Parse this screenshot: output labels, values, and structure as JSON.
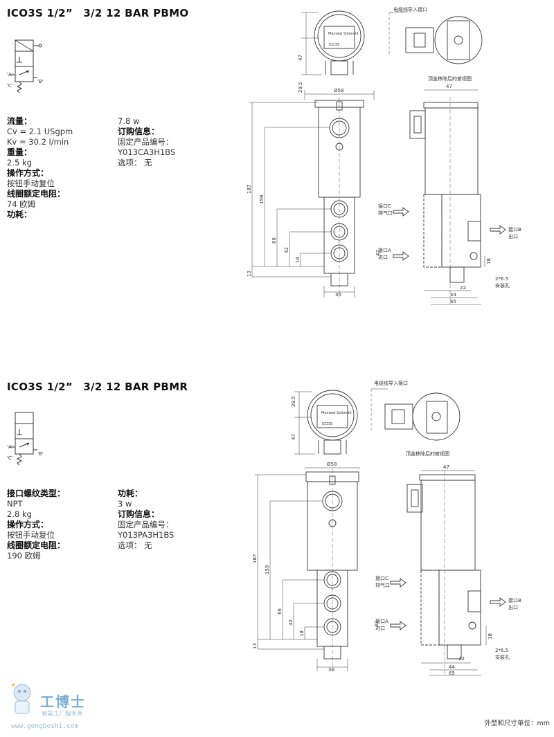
{
  "products": [
    {
      "title": "ICO3S 1/2”　3/2 12 BAR PBMO",
      "symbol_labels": {
        "a": "'A'",
        "c": "'C'",
        "b": "'B'"
      },
      "specs_left": [
        {
          "label": "流量：",
          "lines": [
            "Cv = 2.1 USgpm",
            "Kv = 30.2 l/min"
          ]
        },
        {
          "label": "重量：",
          "lines": [
            "2.5 kg"
          ]
        },
        {
          "label": "操作方式：",
          "lines": [
            "按钮手动复位"
          ]
        },
        {
          "label": "线圈额定电阻：",
          "lines": [
            "74 欧姆"
          ]
        },
        {
          "label": "功耗：",
          "lines": []
        }
      ],
      "specs_right": [
        {
          "label": "",
          "lines": [
            "7.8 w"
          ]
        },
        {
          "label": "订购信息：",
          "lines": [
            "固定产品编号：",
            "Y013CA3H1BS",
            "选项：  无"
          ]
        }
      ]
    },
    {
      "title": "ICO3S 1/2”　3/2 12 BAR PBMR",
      "symbol_labels": {
        "a": "'A'",
        "c": "'C'",
        "b": "'B'"
      },
      "specs_left": [
        {
          "label": "接口螺纹类型：",
          "lines": [
            "NPT",
            "2.8 kg"
          ]
        },
        {
          "label": "操作方式：",
          "lines": [
            "按钮手动复位"
          ]
        },
        {
          "label": "线圈额定电阻：",
          "lines": [
            "190 欧姆"
          ]
        }
      ],
      "specs_right": [
        {
          "label": "功耗：",
          "lines": [
            "3 w"
          ]
        },
        {
          "label": "订购信息：",
          "lines": [
            "固定产品编号：",
            "Y013PA3H1BS",
            "选项：  无"
          ]
        }
      ]
    }
  ],
  "drawing": {
    "top_labels": {
      "cable_entry": "电缆线导入接口",
      "top_view_caption": "顶盖移除后的俯视图",
      "nameplate_1": "Maxseal Solenoid",
      "nameplate_2": "ICO3S"
    },
    "dims": {
      "d29": "29.5",
      "d47": "47",
      "dia58": "Ø58",
      "d47b": "47",
      "d187": "187",
      "d159": "159",
      "d66": "66",
      "d42": "42",
      "d18": "18",
      "d13": "13",
      "d30": "30",
      "d42b": "42",
      "d18b": "18",
      "d22": "22",
      "d44": "44",
      "d65": "65",
      "hole": "2*6.5",
      "hole_label": "安装孔"
    },
    "ports": {
      "c_line1": "接口C",
      "c_line2": "排气口",
      "a_line1": "接口A",
      "a_line2": "进口",
      "b_line1": "接口B",
      "b_line2": "出口"
    }
  },
  "logo": {
    "main": "工博士",
    "sub": "智能工厂服务商",
    "url": "www.gongboshi.com"
  },
  "footer": "外型和尺寸单位：mm"
}
